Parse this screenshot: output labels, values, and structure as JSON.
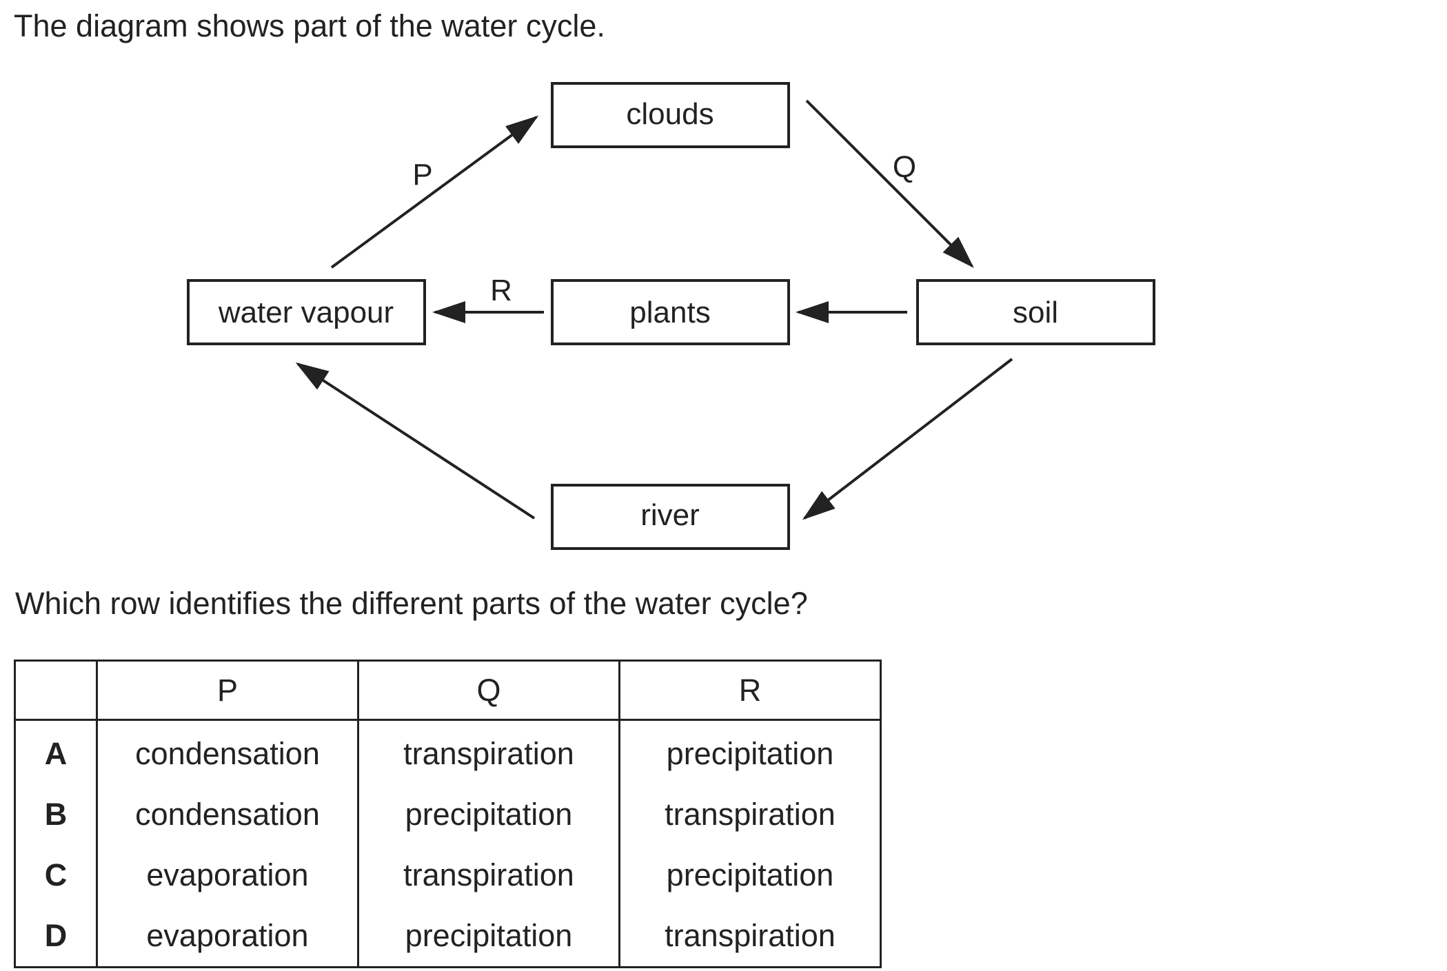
{
  "intro_text": "The diagram shows part of the water cycle.",
  "diagram": {
    "nodes": {
      "clouds": "clouds",
      "water_vapour": "water vapour",
      "plants": "plants",
      "soil": "soil",
      "river": "river"
    },
    "arrow_labels": {
      "P": "P",
      "Q": "Q",
      "R": "R"
    },
    "edges": [
      {
        "from": "water vapour",
        "to": "clouds",
        "label": "P"
      },
      {
        "from": "clouds",
        "to": "soil",
        "label": "Q"
      },
      {
        "from": "plants",
        "to": "water vapour",
        "label": "R"
      },
      {
        "from": "soil",
        "to": "plants",
        "label": ""
      },
      {
        "from": "soil",
        "to": "river",
        "label": ""
      },
      {
        "from": "river",
        "to": "water vapour",
        "label": ""
      }
    ]
  },
  "question_text": "Which row identifies the different parts of the water cycle?",
  "table": {
    "headers": [
      "",
      "P",
      "Q",
      "R"
    ],
    "rows": [
      {
        "key": "A",
        "p": "condensation",
        "q": "transpiration",
        "r": "precipitation"
      },
      {
        "key": "B",
        "p": "condensation",
        "q": "precipitation",
        "r": "transpiration"
      },
      {
        "key": "C",
        "p": "evaporation",
        "q": "transpiration",
        "r": "precipitation"
      },
      {
        "key": "D",
        "p": "evaporation",
        "q": "precipitation",
        "r": "transpiration"
      }
    ]
  },
  "colors": {
    "ink": "#222222",
    "background": "#ffffff"
  }
}
